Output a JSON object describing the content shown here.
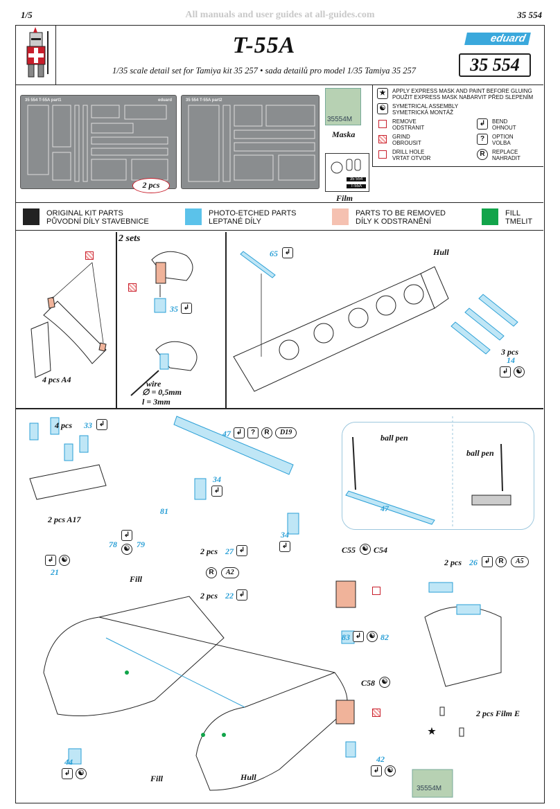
{
  "top": {
    "page": "1/5",
    "watermark": "All manuals and user guides at all-guides.com",
    "code": "35 554"
  },
  "header": {
    "title": "T-55A",
    "subtitle": "1/35 scale detail set for Tamiya kit 35 257 • sada detailů pro model 1/35 Tamiya 35 257",
    "brand": "eduard",
    "kit_code": "35 554"
  },
  "parts": {
    "fret1_label": "35 554  T-55A   part1",
    "fret2_label": "35 554  T-55A   part2",
    "fret_brand": "eduard",
    "two_pcs": "2 pcs",
    "mask_text": "35554M",
    "maska_label": "Maska",
    "film_code1": "35 554",
    "film_code2": "T-55A",
    "film_label": "Film"
  },
  "legend": {
    "star": "APPLY EXPRESS MASK AND PAINT BEFORE GLUING\nPOUŽIT EXPRESS MASK NABARVIT PŘED SLEPENÍM",
    "sym": "SYMETRICAL ASSEMBLY\nSYMETRICKÁ MONTÁŽ",
    "remove": "REMOVE\nODSTRANIT",
    "bend": "BEND\nOHNOUT",
    "grind": "GRIND\nOBROUSIT",
    "option": "OPTION\nVOLBA",
    "drill": "DRILL HOLE\nVRTAT OTVOR",
    "replace": "REPLACE\nNAHRADIT"
  },
  "colors": {
    "original": "ORIGINAL KIT PARTS\nPŮVODNÍ DÍLY STAVEBNICE",
    "pe": "PHOTO-ETCHED PARTS\nLEPTANÉ DÍLY",
    "remove": "PARTS TO BE REMOVED\nDÍLY K ODSTRANĚNÍ",
    "fill": "FILL\nTMELIT",
    "swatch_black": "#222222",
    "swatch_blue": "#5bc2ea",
    "swatch_pink": "#f5c1b1",
    "swatch_green": "#11a44a"
  },
  "steps": {
    "s1_label": "4 pcs A4",
    "s2_title": "2 sets",
    "s2_part": "35",
    "s2_wire": "wire",
    "s2_dia": "∅ = 0,5mm",
    "s2_len": "l = 3mm",
    "s3_part": "65",
    "s3_hull": "Hull",
    "s3_pcs": "3 pcs",
    "s3_part2": "14",
    "s4_pcs": "4 pcs",
    "s4_part": "33",
    "s4_a17": "2 pcs A17",
    "p47": "47",
    "d19": "D19",
    "p34a": "34",
    "p34b": "34",
    "ball_pen1": "ball pen",
    "ball_pen2": "ball pen",
    "p47b": "47",
    "p81": "81",
    "p78": "78",
    "p79": "79",
    "p21": "21",
    "fill1": "Fill",
    "pcs27": "2 pcs",
    "p27": "27",
    "a2": "A2",
    "pcs22": "2 pcs",
    "p22": "22",
    "c55": "C55",
    "c54": "C54",
    "p83": "83",
    "p82": "82",
    "c58": "C58",
    "pcs26": "2 pcs",
    "p26": "26",
    "a5": "A5",
    "p44": "44",
    "fill2": "Fill",
    "hull2": "Hull",
    "p42": "42",
    "film_e": "2 pcs Film E",
    "mask2_text": "35554M"
  },
  "icons": {
    "bend": "↲",
    "sym": "☯",
    "option": "?",
    "replace": "R",
    "star": "★"
  }
}
